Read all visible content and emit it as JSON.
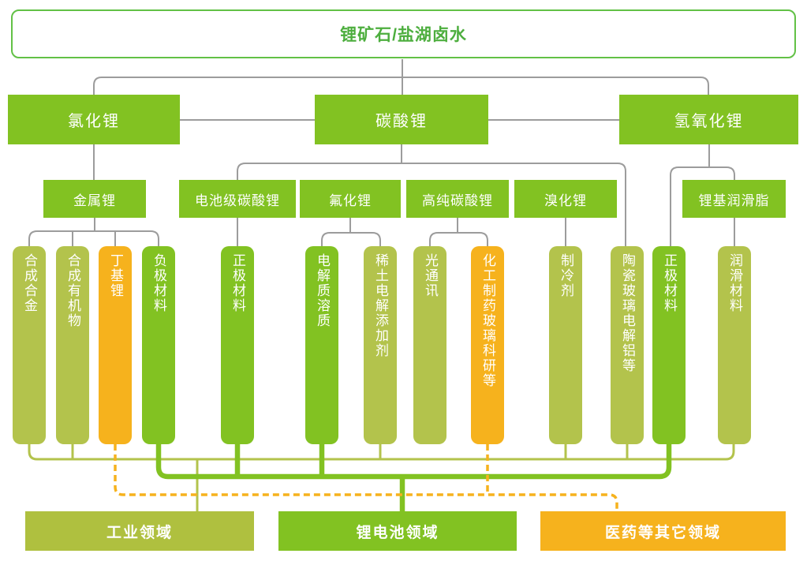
{
  "title": {
    "label": "锂矿石/盐湖卤水"
  },
  "level2": {
    "chloride": {
      "label": "氯化锂"
    },
    "carbonate": {
      "label": "碳酸锂"
    },
    "hydroxide": {
      "label": "氢氧化锂"
    }
  },
  "level3": {
    "metal_lithium": {
      "label": "金属锂"
    },
    "battery_carbonate": {
      "label": "电池级碳酸锂"
    },
    "fluoride": {
      "label": "氟化锂"
    },
    "high_purity_carbonate": {
      "label": "高纯碳酸锂"
    },
    "bromide": {
      "label": "溴化锂"
    },
    "grease": {
      "label": "锂基润滑脂"
    }
  },
  "columns": [
    {
      "label": "合成合金",
      "color": "olive"
    },
    {
      "label": "合成有机物",
      "color": "olive"
    },
    {
      "label": "丁基锂",
      "color": "orange"
    },
    {
      "label": "负极材料",
      "color": "green"
    },
    {
      "label": "正极材料",
      "color": "green"
    },
    {
      "label": "电解质溶质",
      "color": "green"
    },
    {
      "label": "稀土电解添加剂",
      "color": "olive"
    },
    {
      "label": "光通讯",
      "color": "olive"
    },
    {
      "label": "化工制药玻璃科研等",
      "color": "orange"
    },
    {
      "label": "制冷剂",
      "color": "olive"
    },
    {
      "label": "陶瓷玻璃电解铝等",
      "color": "olive"
    },
    {
      "label": "正极材料",
      "color": "green"
    },
    {
      "label": "润滑材料",
      "color": "olive"
    }
  ],
  "sectors": {
    "industrial": {
      "label": "工业领域"
    },
    "battery": {
      "label": "锂电池领域"
    },
    "pharma": {
      "label": "医药等其它领域"
    }
  },
  "colors": {
    "green": "#82c222",
    "olive": "#b3c34c",
    "olive_sector": "#afc03f",
    "orange": "#f6b21d",
    "gray": "#9c9c9c",
    "title_green": "#4dae3e",
    "border_green": "#62c146"
  }
}
